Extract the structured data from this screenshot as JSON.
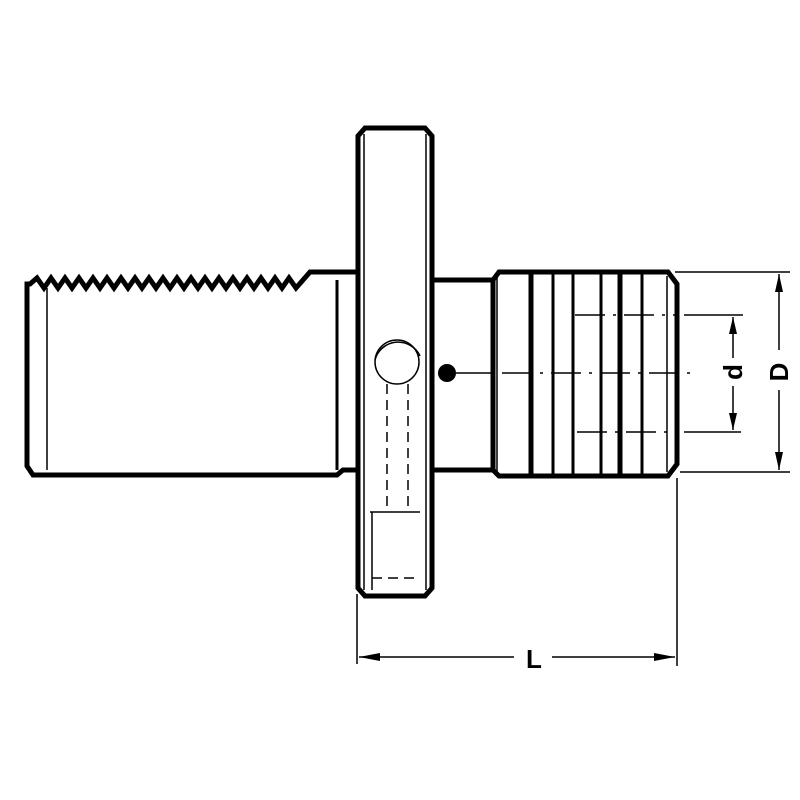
{
  "drawing": {
    "subject": "tool holder technical drawing",
    "stroke_color": "#000000",
    "background_color": "#ffffff"
  },
  "dimensions": {
    "overall_length": {
      "label": "L"
    },
    "outer_diameter": {
      "label": "D"
    },
    "bore_diameter": {
      "label": "d"
    }
  }
}
